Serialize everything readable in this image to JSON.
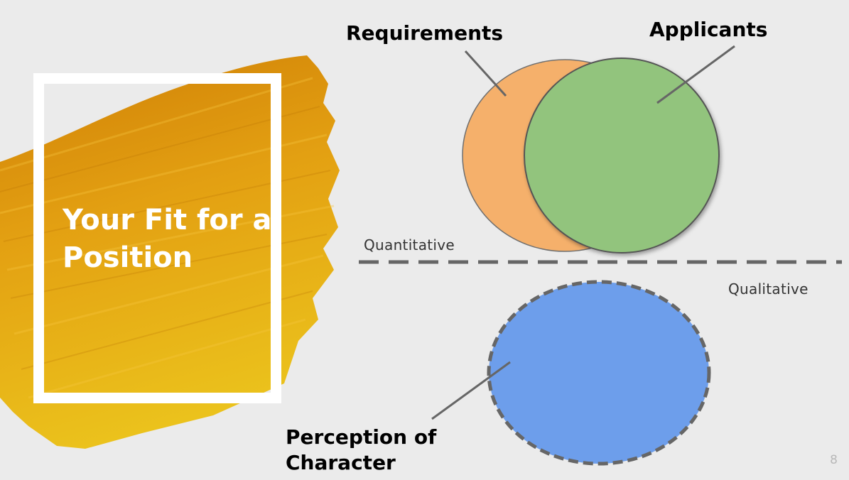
{
  "slide": {
    "title": "Your Fit for a Position",
    "page_number": "8"
  },
  "diagram": {
    "labels": {
      "requirements": "Requirements",
      "applicants": "Applicants",
      "perception": "Perception of Character",
      "quantitative": "Quantitative",
      "qualitative": "Qualitative"
    },
    "colors": {
      "requirements_circle": "#f5b06b",
      "applicants_circle": "#92c47d",
      "perception_circle": "#6d9eeb",
      "paint_dark": "#d4880a",
      "paint_light": "#f0c020",
      "divider": "#666666"
    }
  }
}
